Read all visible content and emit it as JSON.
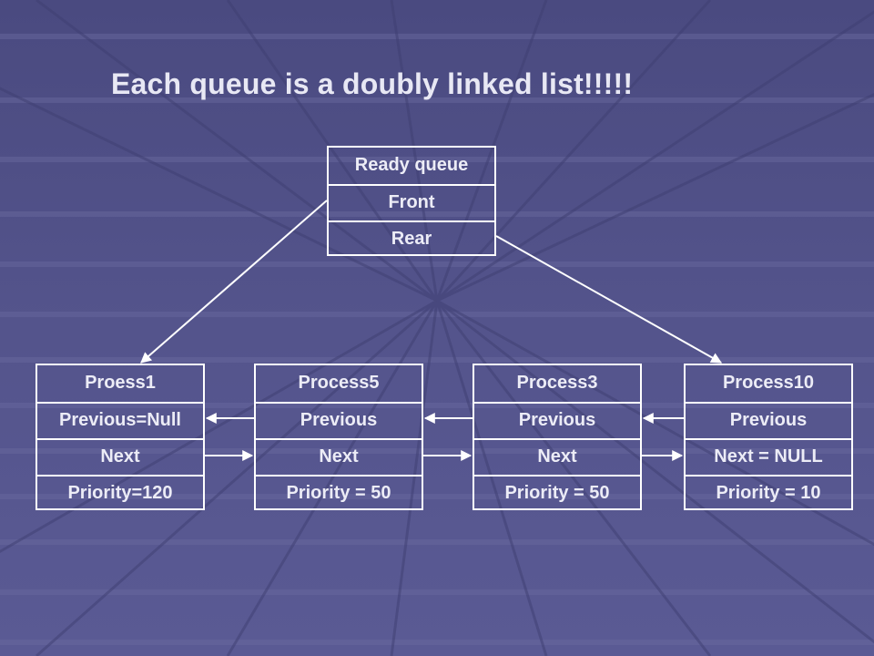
{
  "slide": {
    "title": "Each queue is a doubly linked list!!!!!"
  },
  "ready_queue": {
    "header": "Ready queue",
    "front": "Front",
    "rear": "Rear"
  },
  "nodes": [
    {
      "name": "Proess1",
      "previous": "Previous=Null",
      "next": "Next",
      "priority": "Priority=120"
    },
    {
      "name": "Process5",
      "previous": "Previous",
      "next": "Next",
      "priority": "Priority = 50"
    },
    {
      "name": "Process3",
      "previous": "Previous",
      "next": "Next",
      "priority": "Priority = 50"
    },
    {
      "name": "Process10",
      "previous": "Previous",
      "next": "Next = NULL",
      "priority": "Priority = 10"
    }
  ],
  "colors": {
    "background": "#4f4f86",
    "line": "#ffffff",
    "text": "#ececf6"
  }
}
